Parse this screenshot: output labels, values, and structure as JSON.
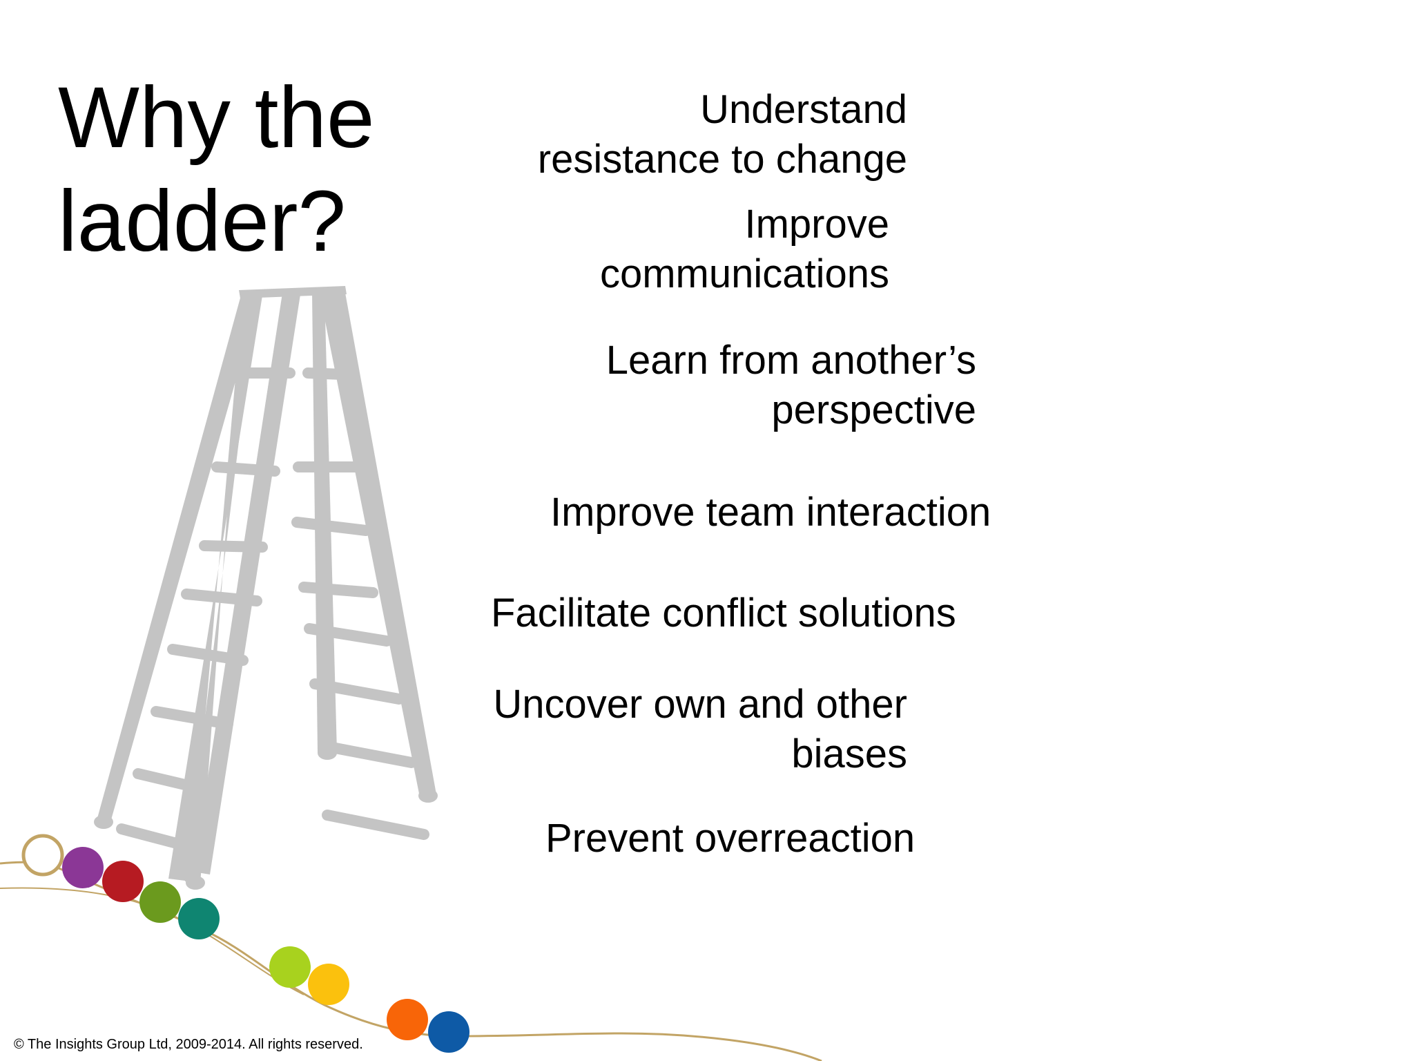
{
  "slide": {
    "title_lines": [
      "Why the",
      "ladder?"
    ],
    "reasons": [
      {
        "lines": [
          "Understand",
          "resistance to change"
        ]
      },
      {
        "lines": [
          "Improve",
          "communications"
        ]
      },
      {
        "lines": [
          "Learn from another’s",
          "perspective"
        ]
      },
      {
        "lines": [
          "Improve team interaction"
        ]
      },
      {
        "lines": [
          "Facilitate conflict solutions"
        ]
      },
      {
        "lines": [
          "Uncover own and other",
          "biases"
        ]
      },
      {
        "lines": [
          "Prevent overreaction"
        ]
      }
    ],
    "copyright": "© The Insights Group Ltd, 2009-2014.  All rights reserved."
  },
  "decoration": {
    "ladder_color": "#c4c4c4",
    "curve_color": "#c2a465",
    "beads": [
      {
        "name": "open-ring-bead",
        "color": "#c2a465",
        "filled": false
      },
      {
        "name": "purple-bead",
        "color": "#8b3796",
        "filled": true
      },
      {
        "name": "red-bead",
        "color": "#b61b22",
        "filled": true
      },
      {
        "name": "olive-green-bead",
        "color": "#6b9a1e",
        "filled": true
      },
      {
        "name": "teal-bead",
        "color": "#0f8571",
        "filled": true
      },
      {
        "name": "lime-bead",
        "color": "#a8d21e",
        "filled": true
      },
      {
        "name": "yellow-bead",
        "color": "#fbc10d",
        "filled": true
      },
      {
        "name": "orange-bead",
        "color": "#f86508",
        "filled": true
      },
      {
        "name": "blue-bead",
        "color": "#0e5aa6",
        "filled": true
      }
    ]
  }
}
